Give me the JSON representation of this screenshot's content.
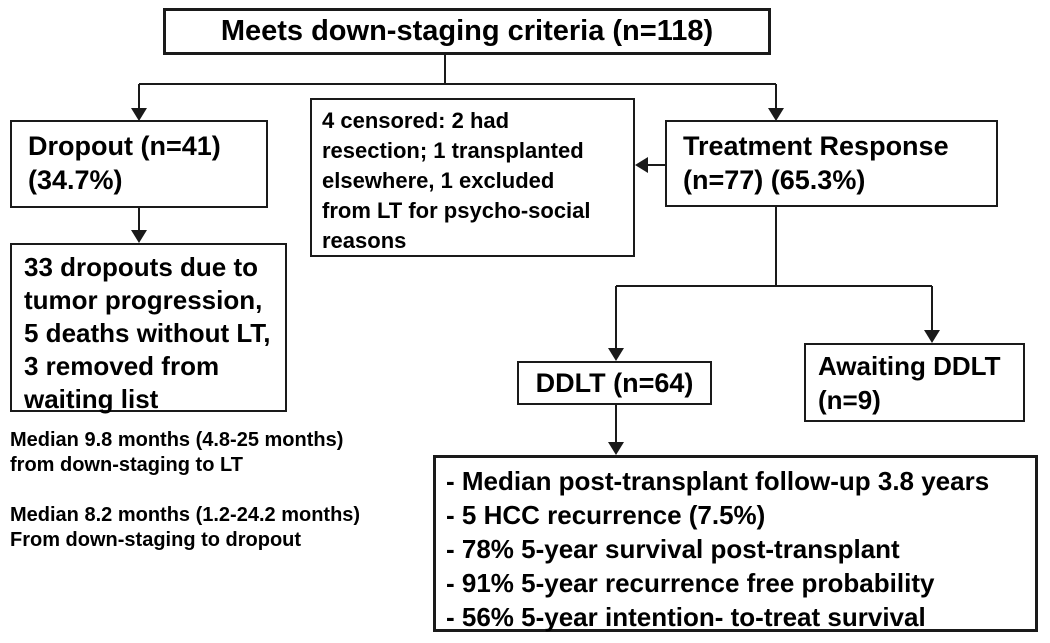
{
  "figure": {
    "background_color": "#ffffff",
    "line_color": "#1a1a1a",
    "text_color": "#000000"
  },
  "nodes": {
    "root": {
      "label": "Meets down-staging criteria (n=118)"
    },
    "dropout": {
      "label": "Dropout (n=41)\n(34.7%)"
    },
    "dropout_detail": {
      "label": "33 dropouts due to\ntumor progression,\n5 deaths without LT,\n3 removed from\nwaiting list"
    },
    "censored": {
      "label": "4 censored: 2 had\nresection; 1 transplanted\nelsewhere, 1 excluded\nfrom LT for psycho-social\nreasons"
    },
    "treatment_response": {
      "label": "Treatment Response\n(n=77) (65.3%)"
    },
    "ddlt": {
      "label": "DDLT (n=64)"
    },
    "awaiting_ddlt": {
      "label": "Awaiting DDLT\n(n=9)"
    },
    "outcomes": {
      "label": "- Median post-transplant follow-up 3.8 years\n- 5 HCC recurrence (7.5%)\n- 78% 5-year survival post-transplant\n- 91% 5-year recurrence free probability\n- 56% 5-year intention- to-treat survival"
    }
  },
  "annotations": {
    "median_lt": "Median 9.8 months (4.8-25 months)\nfrom down-staging to LT",
    "median_dropout": "Median 8.2 months (1.2-24.2 months)\nFrom down-staging to dropout"
  }
}
